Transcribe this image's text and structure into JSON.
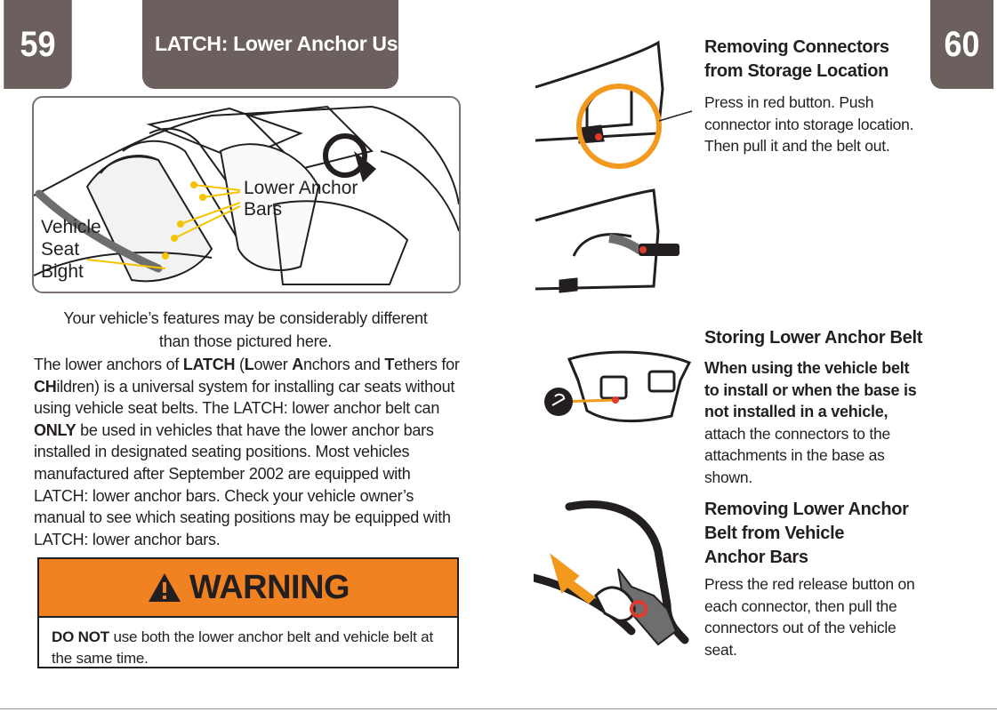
{
  "left_page_number": "59",
  "right_page_number": "60",
  "section_title": "LATCH: Lower Anchor Use",
  "figure_labels": {
    "lower_anchor_line1": "Lower Anchor",
    "lower_anchor_line2": "Bars",
    "vehicle_line1": "Vehicle",
    "vehicle_line2": "Seat",
    "vehicle_line3": "Bight"
  },
  "caption_line1": "Your vehicle’s features may be considerably different",
  "caption_line2": "than those pictured here.",
  "body": {
    "s1": "The lower anchors of ",
    "latch": "LATCH",
    "s2": " (",
    "l": "L",
    "s3": "ower ",
    "a": "A",
    "s4": "nchors and ",
    "t": "T",
    "s5": "ethers for ",
    "ch": "CH",
    "s6": "ildren) is a universal system for installing car seats without using vehicle seat belts. The LATCH: lower anchor belt can ",
    "only": "ONLY",
    "s7": " be used in vehicles that have the lower anchor bars installed in designated seating positions. Most vehicles manufactured after September 2002 are equipped with LATCH: lower anchor bars. Check your vehicle owner’s manual to see which seating positions may be equipped with LATCH: lower anchor bars."
  },
  "warning": {
    "title": "WARNING",
    "do_not": "DO NOT",
    "text": " use both the lower anchor belt and vehicle belt at the same time."
  },
  "right": {
    "removing_title_1": "Removing Connectors",
    "removing_title_2": "from Storage Location",
    "removing_text": "Press in red button. Push connector into storage location. Then pull it and the belt out.",
    "storing_title": "Storing Lower Anchor Belt",
    "storing_bold": "When using the vehicle belt to install or when the base is not installed in a vehicle,",
    "storing_text": "attach the connectors to the attachments in the base as shown.",
    "rem_vehicle_title_1": "Removing Lower Anchor",
    "rem_vehicle_title_2": "Belt from Vehicle",
    "rem_vehicle_title_3": "Anchor Bars",
    "rem_vehicle_text": "Press the red release button on each connector, then pull the connectors out of the vehicle seat."
  },
  "colors": {
    "tab_gray": "#6b605e",
    "warning_orange": "#f08222",
    "callout_yellow": "#f5c400",
    "highlight_orange": "#f39a1e",
    "release_red": "#e03a2e"
  }
}
